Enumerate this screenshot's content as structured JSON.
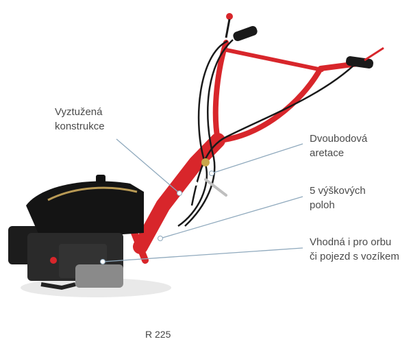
{
  "labels": {
    "reinforced": {
      "line1": "Vyztužená",
      "line2": "konstrukce"
    },
    "lock": {
      "line1": "Dvoubodová",
      "line2": "aretace"
    },
    "heights": {
      "line1": "5 výškových",
      "line2": "poloh"
    },
    "suitable": {
      "line1": "Vhodná i pro orbu",
      "line2": "či pojezd s vozíkem"
    }
  },
  "caption": "R 225",
  "colors": {
    "frame_red": "#d8262b",
    "engine_black": "#1c1c1c",
    "leader_line": "#8fa9bd",
    "text": "#4a4a4a"
  }
}
